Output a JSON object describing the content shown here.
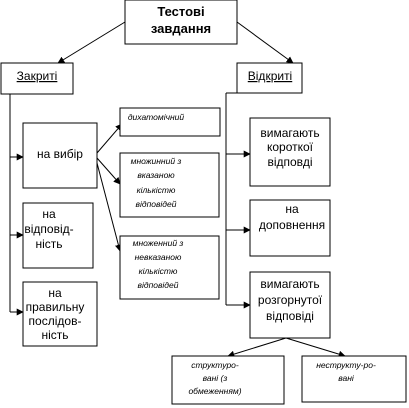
{
  "title": [
    "Тестові",
    "завдання"
  ],
  "closed": {
    "label": "Закриті",
    "items": [
      [
        "на вибір"
      ],
      [
        "на",
        "відповід-",
        "ність"
      ],
      [
        "на",
        "правильну",
        "послідов-",
        "ність"
      ]
    ],
    "choice_types": [
      [
        "дихатомічний"
      ],
      [
        "множинний з",
        "вказаною",
        "кількістю",
        "відповідей"
      ],
      [
        "множенний з",
        "невказаною",
        "кількістю",
        "відповідей"
      ]
    ]
  },
  "open": {
    "label": "Відкриті",
    "items": [
      [
        "вимагають",
        "короткої",
        "відповді"
      ],
      [
        "на",
        "доповнення"
      ],
      [
        "вимагають",
        "розгорнутої",
        "відповіді"
      ]
    ],
    "extended_types": [
      [
        "структуро-",
        "вані (з",
        "обмеженням)"
      ],
      [
        "неструкту-ро-",
        "вані"
      ]
    ]
  }
}
